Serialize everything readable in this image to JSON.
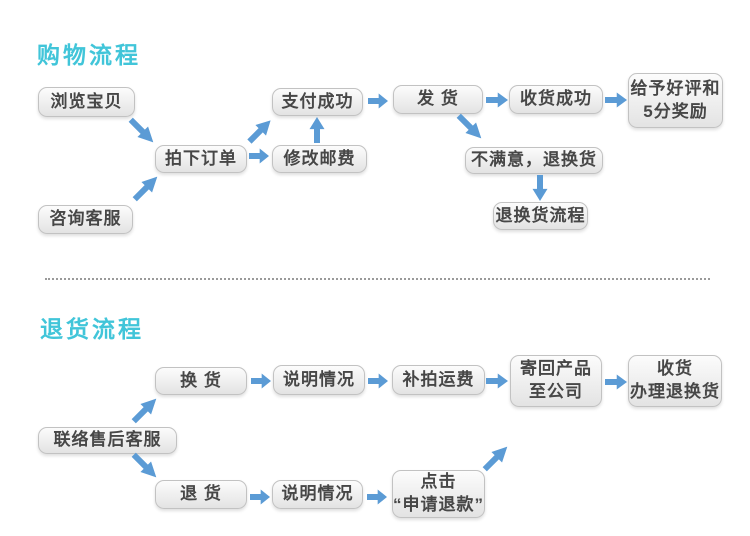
{
  "colors": {
    "title": "#41c5d9",
    "arrow": "#5b9bd5",
    "box_border": "#c2c2c2",
    "box_text": "#474747",
    "box_bg_top": "#fcfcfc",
    "box_bg_bottom": "#e3e3e3",
    "divider": "#9a9a9a",
    "background": "#ffffff"
  },
  "icons": {
    "flow_arrow": "➔"
  },
  "purchase_flow": {
    "title": "购物流程",
    "nodes": {
      "browse": "浏览宝贝",
      "place_order": "拍下订单",
      "consult_service": "咨询客服",
      "pay_success": "支付成功",
      "modify_postage": "修改邮费",
      "ship": "发 货",
      "receive_success": "收货成功",
      "give_praise": "给予好评和\n5分奖励",
      "unsatisfied": "不满意，退换货",
      "return_exchange_flow": "退换货流程"
    }
  },
  "return_flow": {
    "title": "退货流程",
    "nodes": {
      "exchange": "换 货",
      "explain_top": "说明情况",
      "extra_freight": "补拍运费",
      "send_back": "寄回产品\n至公司",
      "receive_handle": "收货\n办理退换货",
      "contact_service": "联络售后客服",
      "refund": "退 货",
      "explain_bottom": "说明情况",
      "click_apply_refund": "点击\n“申请退款”"
    }
  }
}
